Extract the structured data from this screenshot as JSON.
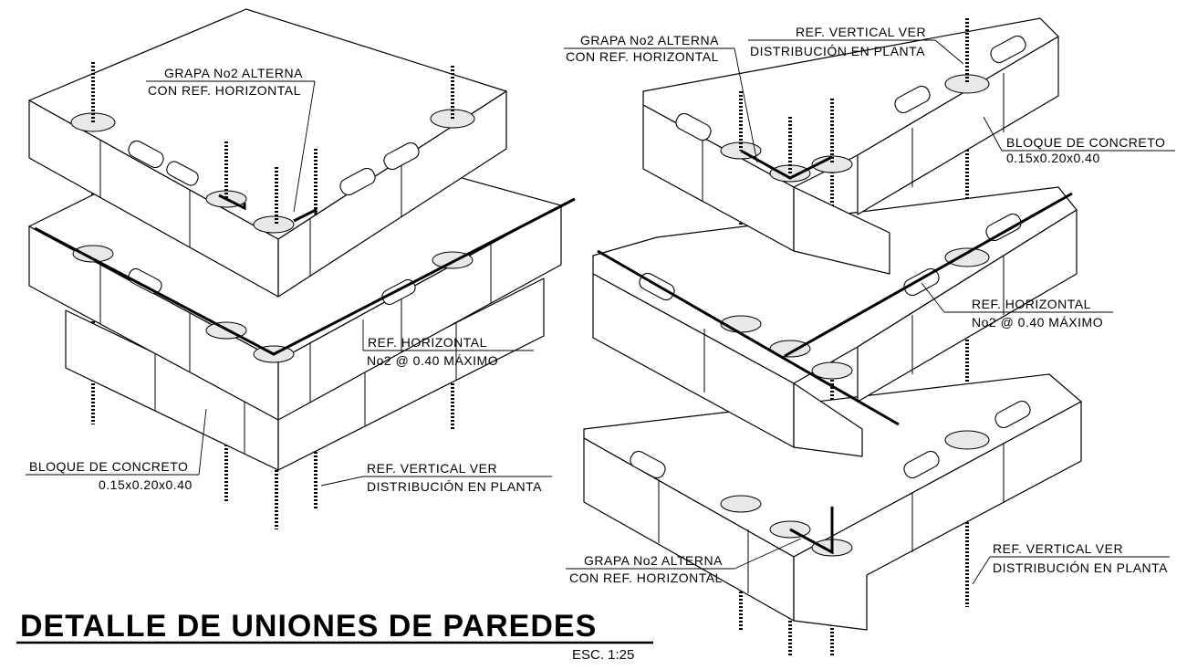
{
  "title": "DETALLE DE UNIONES DE PAREDES",
  "scale": "ESC. 1:25",
  "left_detail": {
    "grapa": [
      "GRAPA No2 ALTERNA",
      "CON REF. HORIZONTAL"
    ],
    "ref_horizontal": [
      "REF. HORIZONTAL",
      "No2 @ 0.40 MÁXIMO"
    ],
    "bloque": [
      "BLOQUE DE CONCRETO",
      "0.15x0.20x0.40"
    ],
    "ref_vertical": [
      "REF. VERTICAL VER",
      "DISTRIBUCIÓN EN PLANTA"
    ]
  },
  "right_detail": {
    "grapa_top": [
      "GRAPA No2 ALTERNA",
      "CON REF. HORIZONTAL"
    ],
    "ref_vertical_top": [
      "REF. VERTICAL VER",
      "DISTRIBUCIÓN EN PLANTA"
    ],
    "bloque": [
      "BLOQUE DE CONCRETO",
      "0.15x0.20x0.40"
    ],
    "ref_horizontal": [
      "REF. HORIZONTAL",
      "No2 @ 0.40 MÁXIMO"
    ],
    "grapa_bottom": [
      "GRAPA No2 ALTERNA",
      "CON REF. HORIZONTAL"
    ],
    "ref_vertical_bottom": [
      "REF. VERTICAL VER",
      "DISTRIBUCIÓN EN PLANTA"
    ]
  }
}
